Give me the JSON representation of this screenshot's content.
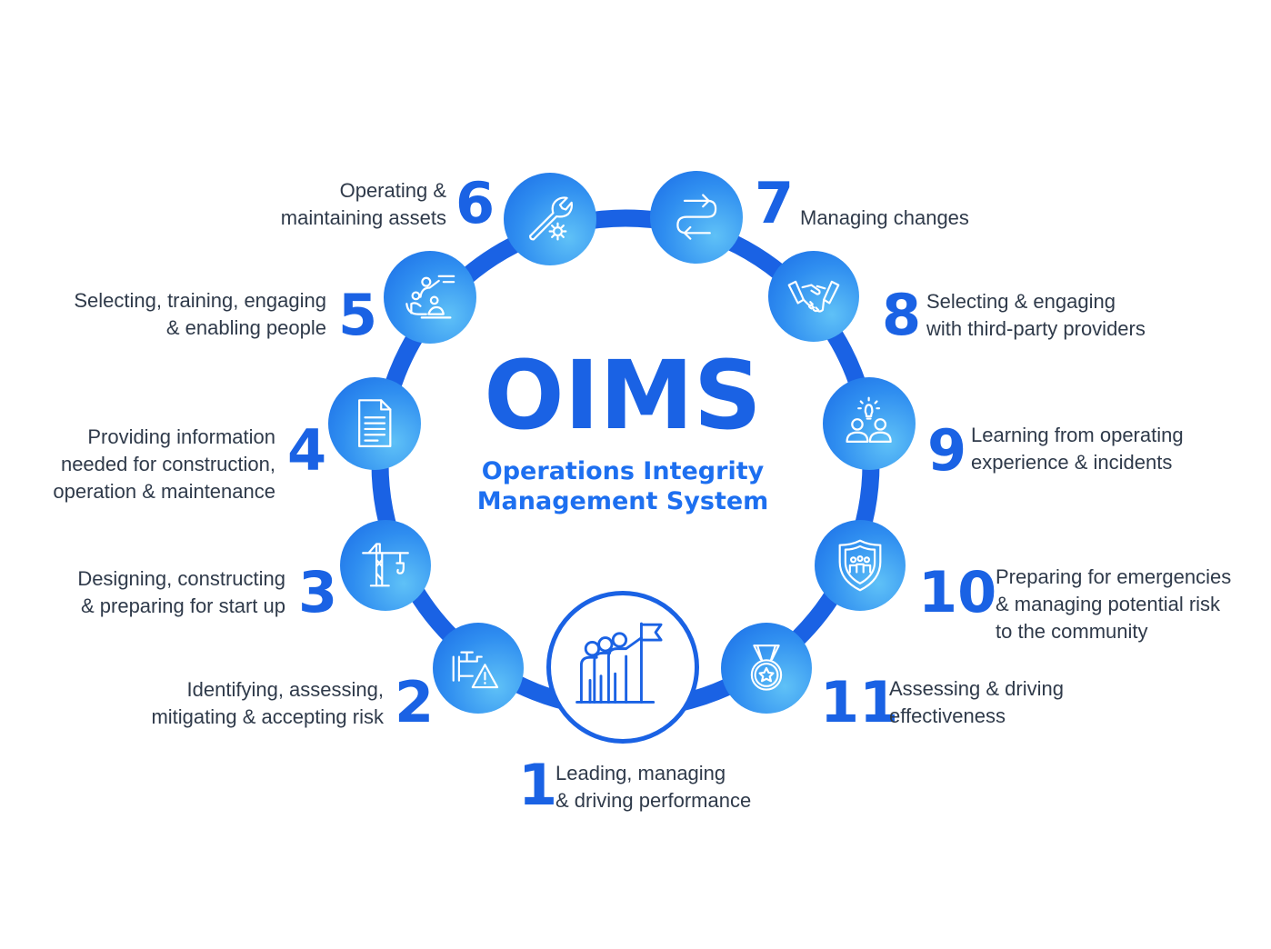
{
  "diagram": {
    "title": "OIMS",
    "subtitle": [
      "Operations Integrity",
      "Management System"
    ],
    "colors": {
      "primary": "#1a62e4",
      "gradient_light": "#5fc1f7",
      "text": "#2f3a4a"
    },
    "elements": [
      {
        "num": "1",
        "icon": "team-leader-flag-icon",
        "lines": [
          "Leading, managing",
          "& driving performance"
        ]
      },
      {
        "num": "2",
        "icon": "pipe-valve-warning-icon",
        "lines": [
          "Identifying, assessing,",
          "mitigating & accepting risk"
        ]
      },
      {
        "num": "3",
        "icon": "construction-crane-icon",
        "lines": [
          "Designing, constructing",
          "& preparing for start up"
        ]
      },
      {
        "num": "4",
        "icon": "document-icon",
        "lines": [
          "Providing information",
          "needed for construction,",
          "operation & maintenance"
        ]
      },
      {
        "num": "5",
        "icon": "people-training-icon",
        "lines": [
          "Selecting, training, engaging",
          "& enabling people"
        ]
      },
      {
        "num": "6",
        "icon": "wrench-gear-icon",
        "lines": [
          "Operating &",
          "maintaining assets"
        ]
      },
      {
        "num": "7",
        "icon": "change-arrows-icon",
        "lines": [
          "Managing changes"
        ]
      },
      {
        "num": "8",
        "icon": "handshake-icon",
        "lines": [
          "Selecting & engaging",
          "with third-party providers"
        ]
      },
      {
        "num": "9",
        "icon": "people-lightbulb-icon",
        "lines": [
          "Learning from operating",
          "experience & incidents"
        ]
      },
      {
        "num": "10",
        "icon": "shield-community-icon",
        "lines": [
          "Preparing for emergencies",
          "& managing potential risk",
          "to the community"
        ]
      },
      {
        "num": "11",
        "icon": "medal-star-icon",
        "lines": [
          "Assessing & driving",
          "effectiveness"
        ]
      }
    ]
  }
}
